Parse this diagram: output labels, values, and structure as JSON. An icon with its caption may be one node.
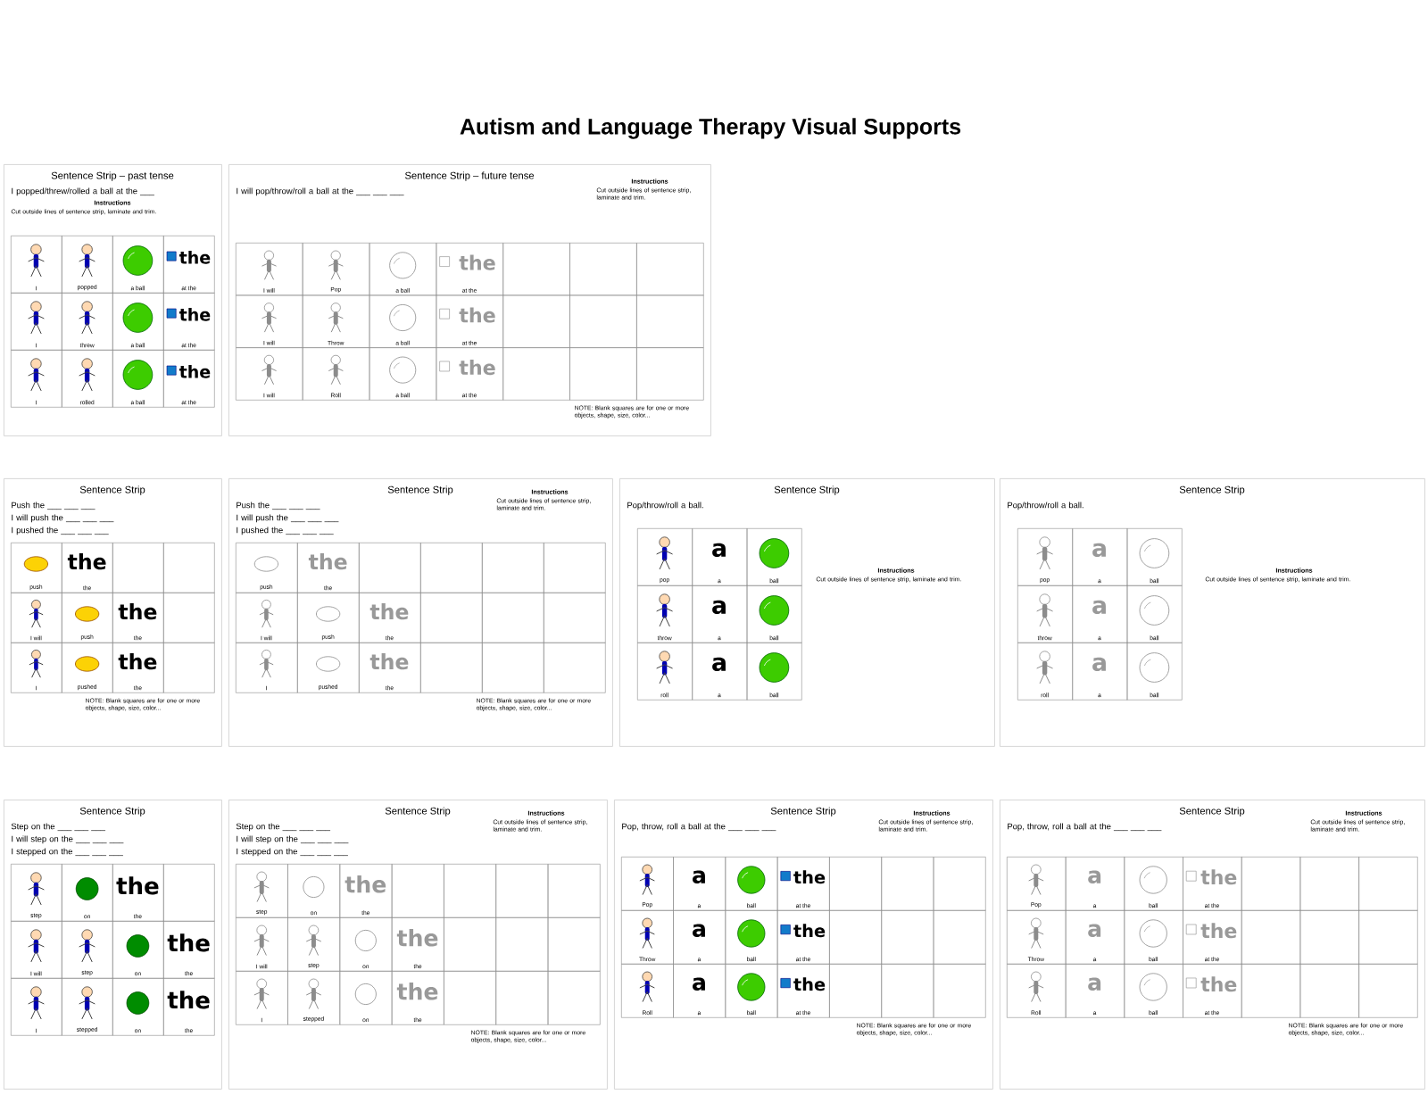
{
  "diagram": {
    "title": "Autism and Language Therapy Visual Supports",
    "nodes": [
      {
        "text": [
          "Sentence Strip – past tense",
          "I popped/threw/rolled a ball at the ___",
          "Instructions",
          "Cut outside lines of sentence strip, laminate and trim."
        ]
      },
      {
        "text": [
          "I"
        ],
        "in": 0
      },
      {
        "text": [
          "popped"
        ],
        "in": 0
      },
      {
        "text": [
          "a ball"
        ],
        "in": 0
      },
      {
        "text": [
          "the",
          "at the"
        ],
        "in": 0
      },
      {
        "text": [
          "I"
        ],
        "in": 0
      },
      {
        "text": [
          "threw"
        ],
        "in": 0
      },
      {
        "text": [
          "a ball"
        ],
        "in": 0
      },
      {
        "text": [
          "the",
          "at the"
        ],
        "in": 0
      },
      {
        "text": [
          "I"
        ],
        "in": 0
      },
      {
        "text": [
          "rolled"
        ],
        "in": 0
      },
      {
        "text": [
          "a ball"
        ],
        "in": 0
      },
      {
        "text": [
          "the",
          "at the"
        ],
        "in": 0
      },
      {
        "text": [
          "Sentence Strip – future tense",
          "I will pop/throw/roll a ball at the ___ ___ ___",
          "Instructions",
          "Cut outside lines of sentence strip, laminate and trim.",
          "NOTE: Blank squares are for one or more objects, shape, size, color..."
        ]
      },
      {
        "text": [
          "I will"
        ],
        "in": 13
      },
      {
        "text": [
          "Pop"
        ],
        "in": 13
      },
      {
        "text": [
          "a ball"
        ],
        "in": 13
      },
      {
        "text": [
          "the",
          "at the"
        ],
        "in": 13
      },
      {
        "text": [],
        "shape": "box",
        "in": 13
      },
      {
        "text": [],
        "shape": "box",
        "in": 13
      },
      {
        "text": [],
        "shape": "box",
        "in": 13
      },
      {
        "text": [
          "I will"
        ],
        "in": 13
      },
      {
        "text": [
          "Throw"
        ],
        "in": 13
      },
      {
        "text": [
          "a ball"
        ],
        "in": 13
      },
      {
        "text": [
          "the",
          "at the"
        ],
        "in": 13
      },
      {
        "text": [],
        "shape": "box",
        "in": 13
      },
      {
        "text": [],
        "shape": "box",
        "in": 13
      },
      {
        "text": [],
        "shape": "box",
        "in": 13
      },
      {
        "text": [
          "I will"
        ],
        "in": 13
      },
      {
        "text": [
          "Roll"
        ],
        "in": 13
      },
      {
        "text": [
          "a ball"
        ],
        "in": 13
      },
      {
        "text": [
          "the",
          "at the"
        ],
        "in": 13
      },
      {
        "text": [],
        "shape": "box",
        "in": 13
      },
      {
        "text": [],
        "shape": "box",
        "in": 13
      },
      {
        "text": [],
        "shape": "box",
        "in": 13
      },
      {
        "text": [
          "Sentence Strip",
          "Push the ___ ___ ___",
          "I will push the ___ ___ ___",
          "I pushed the ___ ___ ___",
          "NOTE: Blank squares are for one or more objects, shape, size, color..."
        ]
      },
      {
        "text": [
          "push"
        ],
        "in": 35
      },
      {
        "text": [
          "the",
          "the"
        ],
        "in": 35
      },
      {
        "text": [],
        "shape": "box",
        "in": 35
      },
      {
        "text": [],
        "shape": "box",
        "in": 35
      },
      {
        "text": [
          "I will"
        ],
        "in": 35
      },
      {
        "text": [
          "push"
        ],
        "in": 35
      },
      {
        "text": [
          "the",
          "the"
        ],
        "in": 35
      },
      {
        "text": [],
        "shape": "box",
        "in": 35
      },
      {
        "text": [
          "I"
        ],
        "in": 35
      },
      {
        "text": [
          "pushed"
        ],
        "in": 35
      },
      {
        "text": [
          "the",
          "the"
        ],
        "in": 35
      },
      {
        "text": [],
        "shape": "box",
        "in": 35
      },
      {
        "text": [
          "Sentence Strip",
          "Push the ___ ___ ___",
          "I will push the ___ ___ ___",
          "I pushed the ___ ___ ___",
          "Instructions",
          "Cut outside lines of sentence strip, laminate and trim.",
          "NOTE: Blank squares are for one or more objects, shape, size, color..."
        ]
      },
      {
        "text": [
          "push"
        ],
        "in": 48
      },
      {
        "text": [
          "the",
          "the"
        ],
        "in": 48
      },
      {
        "text": [],
        "shape": "box",
        "in": 48
      },
      {
        "text": [],
        "shape": "box",
        "in": 48
      },
      {
        "text": [],
        "shape": "box",
        "in": 48
      },
      {
        "text": [],
        "shape": "box",
        "in": 48
      },
      {
        "text": [
          "I will"
        ],
        "in": 48
      },
      {
        "text": [
          "push"
        ],
        "in": 48
      },
      {
        "text": [
          "the",
          "the"
        ],
        "in": 48
      },
      {
        "text": [],
        "shape": "box",
        "in": 48
      },
      {
        "text": [],
        "shape": "box",
        "in": 48
      },
      {
        "text": [],
        "shape": "box",
        "in": 48
      },
      {
        "text": [
          "I"
        ],
        "in": 48
      },
      {
        "text": [
          "pushed"
        ],
        "in": 48
      },
      {
        "text": [
          "the",
          "the"
        ],
        "in": 48
      },
      {
        "text": [],
        "shape": "box",
        "in": 48
      },
      {
        "text": [],
        "shape": "box",
        "in": 48
      },
      {
        "text": [],
        "shape": "box",
        "in": 48
      },
      {
        "text": [
          "Sentence Strip",
          "Pop/throw/roll a ball.",
          "Instructions",
          "Cut outside lines of sentence strip, laminate and trim."
        ]
      },
      {
        "text": [
          "pop"
        ],
        "in": 67
      },
      {
        "text": [
          "a",
          "a"
        ],
        "in": 67
      },
      {
        "text": [
          "ball"
        ],
        "in": 67
      },
      {
        "text": [
          "throw"
        ],
        "in": 67
      },
      {
        "text": [
          "a",
          "a"
        ],
        "in": 67
      },
      {
        "text": [
          "ball"
        ],
        "in": 67
      },
      {
        "text": [
          "roll"
        ],
        "in": 67
      },
      {
        "text": [
          "a",
          "a"
        ],
        "in": 67
      },
      {
        "text": [
          "ball"
        ],
        "in": 67
      },
      {
        "text": [
          "Sentence Strip",
          "Pop/throw/roll a ball.",
          "Instructions",
          "Cut outside lines of sentence strip, laminate and trim."
        ]
      },
      {
        "text": [
          "pop"
        ],
        "in": 77
      },
      {
        "text": [
          "a",
          "a"
        ],
        "in": 77
      },
      {
        "text": [
          "ball"
        ],
        "in": 77
      },
      {
        "text": [
          "throw"
        ],
        "in": 77
      },
      {
        "text": [
          "a",
          "a"
        ],
        "in": 77
      },
      {
        "text": [
          "ball"
        ],
        "in": 77
      },
      {
        "text": [
          "roll"
        ],
        "in": 77
      },
      {
        "text": [
          "a",
          "a"
        ],
        "in": 77
      },
      {
        "text": [
          "ball"
        ],
        "in": 77
      },
      {
        "text": [
          "Sentence Strip",
          "Step on the ___ ___ ___",
          "I will step on the ___ ___ ___",
          "I stepped on the ___ ___ ___"
        ]
      },
      {
        "text": [
          "step"
        ],
        "in": 87
      },
      {
        "text": [
          "on"
        ],
        "in": 87
      },
      {
        "text": [
          "the",
          "the"
        ],
        "in": 87
      },
      {
        "text": [],
        "shape": "box",
        "in": 87
      },
      {
        "text": [
          "I will"
        ],
        "in": 87
      },
      {
        "text": [
          "step"
        ],
        "in": 87
      },
      {
        "text": [
          "on"
        ],
        "in": 87
      },
      {
        "text": [
          "the",
          "the"
        ],
        "in": 87
      },
      {
        "text": [
          "I"
        ],
        "in": 87
      },
      {
        "text": [
          "stepped"
        ],
        "in": 87
      },
      {
        "text": [
          "on"
        ],
        "in": 87
      },
      {
        "text": [
          "the",
          "the"
        ],
        "in": 87
      },
      {
        "text": [
          "Sentence Strip",
          "Step on the ___ ___ ___",
          "I will step on the ___ ___ ___",
          "I stepped on the ___ ___ ___",
          "Instructions",
          "Cut outside lines of sentence strip, laminate and trim.",
          "NOTE: Blank squares are for one or more objects, shape, size, color..."
        ]
      },
      {
        "text": [
          "step"
        ],
        "in": 100
      },
      {
        "text": [
          "on"
        ],
        "in": 100
      },
      {
        "text": [
          "the",
          "the"
        ],
        "in": 100
      },
      {
        "text": [],
        "shape": "box",
        "in": 100
      },
      {
        "text": [],
        "shape": "box",
        "in": 100
      },
      {
        "text": [],
        "shape": "box",
        "in": 100
      },
      {
        "text": [],
        "shape": "box",
        "in": 100
      },
      {
        "text": [
          "I will"
        ],
        "in": 100
      },
      {
        "text": [
          "step"
        ],
        "in": 100
      },
      {
        "text": [
          "on"
        ],
        "in": 100
      },
      {
        "text": [
          "the",
          "the"
        ],
        "in": 100
      },
      {
        "text": [],
        "shape": "box",
        "in": 100
      },
      {
        "text": [],
        "shape": "box",
        "in": 100
      },
      {
        "text": [],
        "shape": "box",
        "in": 100
      },
      {
        "text": [
          "I"
        ],
        "in": 100
      },
      {
        "text": [
          "stepped"
        ],
        "in": 100
      },
      {
        "text": [
          "on"
        ],
        "in": 100
      },
      {
        "text": [
          "the",
          "the"
        ],
        "in": 100
      },
      {
        "text": [],
        "shape": "box",
        "in": 100
      },
      {
        "text": [],
        "shape": "box",
        "in": 100
      },
      {
        "text": [],
        "shape": "box",
        "in": 100
      },
      {
        "text": [
          "Sentence Strip",
          "Pop, throw, roll a ball at the ___ ___ ___",
          "Instructions",
          "Cut outside lines of sentence strip, laminate and trim.",
          "NOTE: Blank squares are for one or more objects, shape, size, color..."
        ]
      },
      {
        "text": [
          "Pop"
        ],
        "in": 122
      },
      {
        "text": [
          "a",
          "a"
        ],
        "in": 122
      },
      {
        "text": [
          "ball"
        ],
        "in": 122
      },
      {
        "text": [
          "the",
          "at the"
        ],
        "in": 122
      },
      {
        "text": [],
        "shape": "box",
        "in": 122
      },
      {
        "text": [],
        "shape": "box",
        "in": 122
      },
      {
        "text": [],
        "shape": "box",
        "in": 122
      },
      {
        "text": [
          "Throw"
        ],
        "in": 122
      },
      {
        "text": [
          "a",
          "a"
        ],
        "in": 122
      },
      {
        "text": [
          "ball"
        ],
        "in": 122
      },
      {
        "text": [
          "the",
          "at the"
        ],
        "in": 122
      },
      {
        "text": [],
        "shape": "box",
        "in": 122
      },
      {
        "text": [],
        "shape": "box",
        "in": 122
      },
      {
        "text": [],
        "shape": "box",
        "in": 122
      },
      {
        "text": [
          "Roll"
        ],
        "in": 122
      },
      {
        "text": [
          "a",
          "a"
        ],
        "in": 122
      },
      {
        "text": [
          "ball"
        ],
        "in": 122
      },
      {
        "text": [
          "the",
          "at the"
        ],
        "in": 122
      },
      {
        "text": [],
        "shape": "box",
        "in": 122
      },
      {
        "text": [],
        "shape": "box",
        "in": 122
      },
      {
        "text": [],
        "shape": "box",
        "in": 122
      },
      {
        "text": [
          "Sentence Strip",
          "Pop, throw, roll a ball at the ___ ___ ___",
          "Instructions",
          "Cut outside lines of sentence strip, laminate and trim.",
          "NOTE: Blank squares are for one or more objects, shape, size, color..."
        ]
      },
      {
        "text": [
          "Pop"
        ],
        "in": 144
      },
      {
        "text": [
          "a",
          "a"
        ],
        "in": 144
      },
      {
        "text": [
          "ball"
        ],
        "in": 144
      },
      {
        "text": [
          "the",
          "at the"
        ],
        "in": 144
      },
      {
        "text": [],
        "shape": "box",
        "in": 144
      },
      {
        "text": [],
        "shape": "box",
        "in": 144
      },
      {
        "text": [],
        "shape": "box",
        "in": 144
      },
      {
        "text": [
          "Throw"
        ],
        "in": 144
      },
      {
        "text": [
          "a",
          "a"
        ],
        "in": 144
      },
      {
        "text": [
          "ball"
        ],
        "in": 144
      },
      {
        "text": [
          "the",
          "at the"
        ],
        "in": 144
      },
      {
        "text": [],
        "shape": "box",
        "in": 144
      },
      {
        "text": [],
        "shape": "box",
        "in": 144
      },
      {
        "text": [],
        "shape": "box",
        "in": 144
      },
      {
        "text": [
          "Roll"
        ],
        "in": 144
      },
      {
        "text": [
          "a",
          "a"
        ],
        "in": 144
      },
      {
        "text": [
          "ball"
        ],
        "in": 144
      },
      {
        "text": [
          "the",
          "at the"
        ],
        "in": 144
      },
      {
        "text": [],
        "shape": "box",
        "in": 144
      },
      {
        "text": [],
        "shape": "box",
        "in": 144
      },
      {
        "text": [],
        "shape": "box",
        "in": 144
      }
    ]
  }
}
